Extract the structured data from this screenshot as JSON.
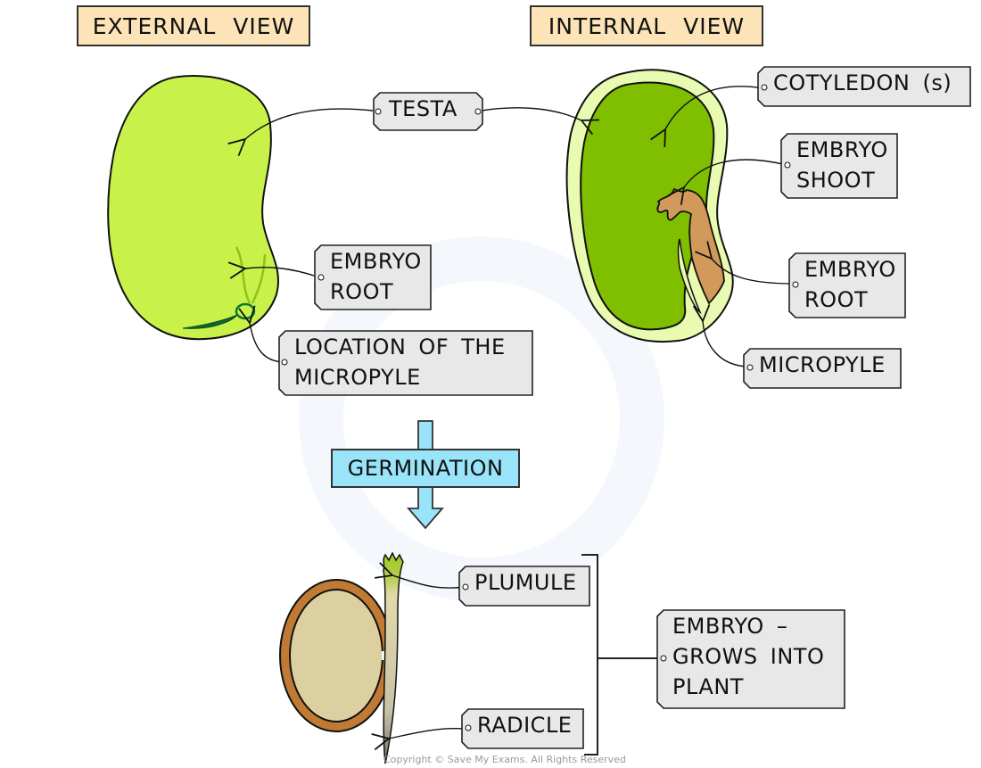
{
  "diagram": {
    "topic": "Structure of a seed and germination",
    "headings": {
      "external": "EXTERNAL VIEW",
      "internal": "INTERNAL VIEW"
    },
    "labels": {
      "testa": "TESTA",
      "external_embryo_root": [
        "EMBRYO",
        "ROOT"
      ],
      "location_micropyle": [
        "LOCATION OF THE",
        "MICROPYLE"
      ],
      "cotyledon": "COTYLEDON (s)",
      "embryo_shoot": [
        "EMBRYO",
        "SHOOT"
      ],
      "internal_embryo_root": [
        "EMBRYO",
        "ROOT"
      ],
      "micropyle": "MICROPYLE",
      "germination": "GERMINATION",
      "plumule": "PLUMULE",
      "radicle": "RADICLE",
      "embryo_grows": [
        "EMBRYO –",
        "GROWS INTO",
        "PLANT"
      ]
    },
    "copyright": "Copyright © Save My Exams. All Rights Reserved",
    "colors": {
      "heading_fill": "#fde4b8",
      "label_fill": "#e8e8e8",
      "external_seed": "#c8f24a",
      "internal_testa": "#e8fbb0",
      "cotyledon": "#7fbf00",
      "embryo": "#d19a5a",
      "germination_arrow": "#99e4f8",
      "seed_coat_brown": "#c07a33",
      "food_store": "#ddd0a0"
    }
  }
}
